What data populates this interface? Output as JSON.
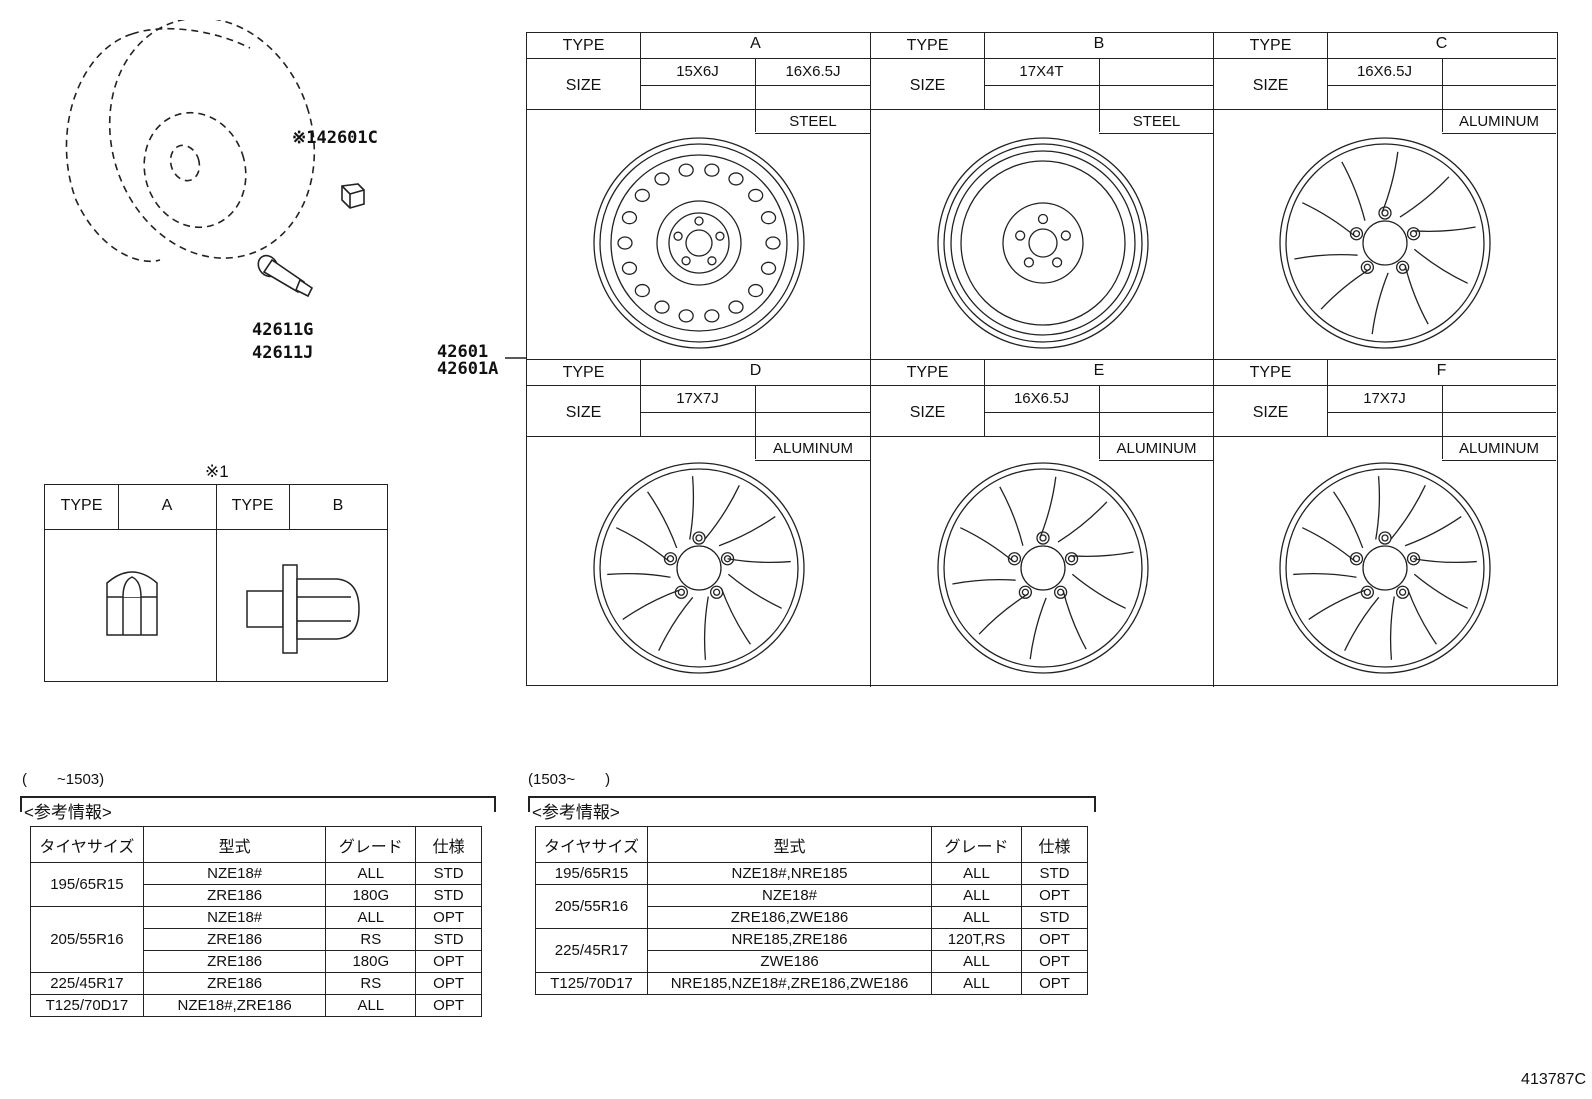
{
  "parts": {
    "nut_part": "※142601C",
    "valve_part_1": "42611G",
    "valve_part_2": "42611J",
    "wheel_part_1": "42601",
    "wheel_part_2": "42601A"
  },
  "nut_table": {
    "note": "※1",
    "type_label": "TYPE",
    "types": [
      "A",
      "B"
    ]
  },
  "wheel_grid": {
    "type_label": "TYPE",
    "size_label": "SIZE",
    "cells": [
      {
        "type": "A",
        "sizes": [
          "15X6J",
          "16X6.5J"
        ],
        "material": "STEEL",
        "icon": "steel-wheel-icon"
      },
      {
        "type": "B",
        "sizes": [
          "17X4T",
          ""
        ],
        "material": "STEEL",
        "icon": "spare-wheel-icon"
      },
      {
        "type": "C",
        "sizes": [
          "16X6.5J",
          ""
        ],
        "material": "ALUMINUM",
        "icon": "alloy-wheel-icon"
      },
      {
        "type": "D",
        "sizes": [
          "17X7J",
          ""
        ],
        "material": "ALUMINUM",
        "icon": "alloy-wheel-icon"
      },
      {
        "type": "E",
        "sizes": [
          "16X6.5J",
          ""
        ],
        "material": "ALUMINUM",
        "icon": "alloy-wheel-icon"
      },
      {
        "type": "F",
        "sizes": [
          "17X7J",
          ""
        ],
        "material": "ALUMINUM",
        "icon": "alloy-wheel-icon"
      }
    ]
  },
  "ref_left": {
    "period": "(　　~1503)",
    "label": "<参考情報>",
    "headers": [
      "タイヤサイズ",
      "型式",
      "グレード",
      "仕様"
    ],
    "groups": [
      {
        "tire": "195/65R15",
        "rows": [
          [
            "NZE18#",
            "ALL",
            "STD"
          ],
          [
            "ZRE186",
            "180G",
            "STD"
          ]
        ]
      },
      {
        "tire": "205/55R16",
        "rows": [
          [
            "NZE18#",
            "ALL",
            "OPT"
          ],
          [
            "ZRE186",
            "RS",
            "STD"
          ],
          [
            "ZRE186",
            "180G",
            "OPT"
          ]
        ]
      },
      {
        "tire": "225/45R17",
        "rows": [
          [
            "ZRE186",
            "RS",
            "OPT"
          ]
        ]
      },
      {
        "tire": "T125/70D17",
        "rows": [
          [
            "NZE18#,ZRE186",
            "ALL",
            "OPT"
          ]
        ]
      }
    ]
  },
  "ref_right": {
    "period": "(1503~　　)",
    "label": "<参考情報>",
    "headers": [
      "タイヤサイズ",
      "型式",
      "グレード",
      "仕様"
    ],
    "groups": [
      {
        "tire": "195/65R15",
        "rows": [
          [
            "NZE18#,NRE185",
            "ALL",
            "STD"
          ]
        ]
      },
      {
        "tire": "205/55R16",
        "rows": [
          [
            "NZE18#",
            "ALL",
            "OPT"
          ],
          [
            "ZRE186,ZWE186",
            "ALL",
            "STD"
          ]
        ]
      },
      {
        "tire": "225/45R17",
        "rows": [
          [
            "NRE185,ZRE186",
            "120T,RS",
            "OPT"
          ],
          [
            "ZWE186",
            "ALL",
            "OPT"
          ]
        ]
      },
      {
        "tire": "T125/70D17",
        "rows": [
          [
            "NRE185,NZE18#,ZRE186,ZWE186",
            "ALL",
            "OPT"
          ]
        ]
      }
    ]
  },
  "figure_id": "413787C"
}
